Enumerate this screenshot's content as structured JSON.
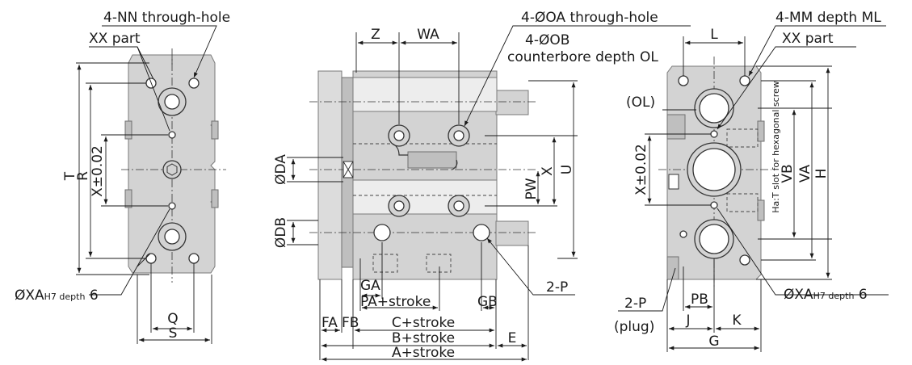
{
  "labels": {
    "nn_through_hole": "4-NN through-hole",
    "xx_part_left": "XX part",
    "dim_T": "T",
    "dim_R": "R",
    "dim_X_left": "X±0.02",
    "dim_XA_left_main": "ØXA",
    "dim_XA_left_sub": "H7 depth",
    "dim_XA_left_depth": "6",
    "dim_Q": "Q",
    "dim_S": "S",
    "dim_Z": "Z",
    "dim_WA": "WA",
    "oa_through_hole": "4-ØOA through-hole",
    "ob_label": "4-ØOB",
    "ob_counterbore": "counterbore depth OL",
    "dim_DA": "ØDA",
    "dim_DB": "ØDB",
    "dim_PW": "PW",
    "dim_X_mid": "X",
    "dim_U": "U",
    "dim_GA": "GA",
    "dim_PA": "PA+stroke",
    "dim_GB": "GB",
    "dim_C": "C+stroke",
    "dim_FA": "FA",
    "dim_FB": "FB",
    "dim_B": "B+stroke",
    "dim_E": "E",
    "dim_A": "A+stroke",
    "port_2P_mid": "2-P",
    "mm_depth": "4-MM depth ML",
    "dim_L": "L",
    "xx_part_right": "XX part",
    "dim_OL": "(OL)",
    "dim_X_right": "X±0.02",
    "t_slot": "Ha:T slot for hexagonal screw",
    "dim_VB": "VB",
    "dim_VA": "VA",
    "dim_H": "H",
    "dim_XA_right_main": "ØXA",
    "dim_XA_right_sub": "H7 depth",
    "dim_XA_right_depth": "6",
    "port_2P_right": "2-P",
    "plug": "(plug)",
    "dim_PB": "PB",
    "dim_J": "J",
    "dim_K": "K",
    "dim_G": "G"
  },
  "colors": {
    "body_fill": "#d3d3d3",
    "line": "#1a1a1a",
    "edge": "#7a7a7a"
  }
}
